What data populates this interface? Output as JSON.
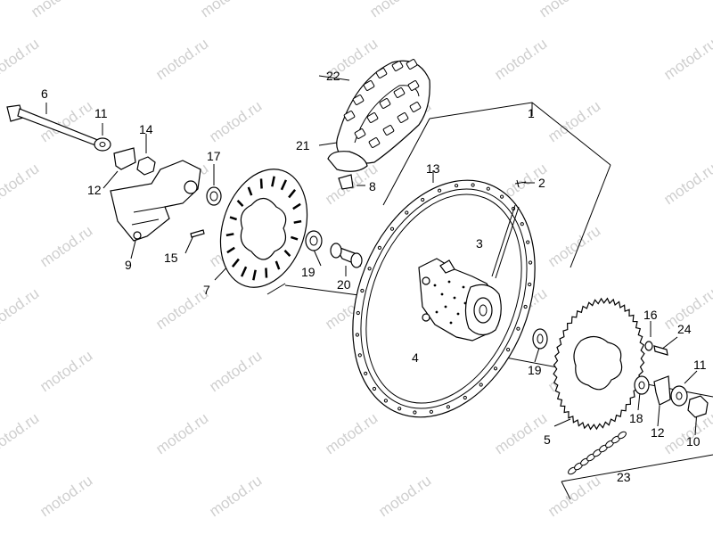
{
  "watermark": "motod.ru",
  "callouts": [
    {
      "id": "1",
      "text": "1"
    },
    {
      "id": "2",
      "text": "2"
    },
    {
      "id": "3",
      "text": "3"
    },
    {
      "id": "4",
      "text": "4"
    },
    {
      "id": "5",
      "text": "5"
    },
    {
      "id": "6",
      "text": "6"
    },
    {
      "id": "7",
      "text": "7"
    },
    {
      "id": "8",
      "text": "8"
    },
    {
      "id": "9",
      "text": "9"
    },
    {
      "id": "10",
      "text": "10"
    },
    {
      "id": "11a",
      "text": "11"
    },
    {
      "id": "11b",
      "text": "11"
    },
    {
      "id": "12a",
      "text": "12"
    },
    {
      "id": "12b",
      "text": "12"
    },
    {
      "id": "13",
      "text": "13"
    },
    {
      "id": "14",
      "text": "14"
    },
    {
      "id": "15",
      "text": "15"
    },
    {
      "id": "16",
      "text": "16"
    },
    {
      "id": "17",
      "text": "17"
    },
    {
      "id": "18",
      "text": "18"
    },
    {
      "id": "19a",
      "text": "19"
    },
    {
      "id": "19b",
      "text": "19"
    },
    {
      "id": "20",
      "text": "20"
    },
    {
      "id": "21",
      "text": "21"
    },
    {
      "id": "22",
      "text": "22"
    },
    {
      "id": "23",
      "text": "23"
    },
    {
      "id": "24",
      "text": "24"
    }
  ]
}
